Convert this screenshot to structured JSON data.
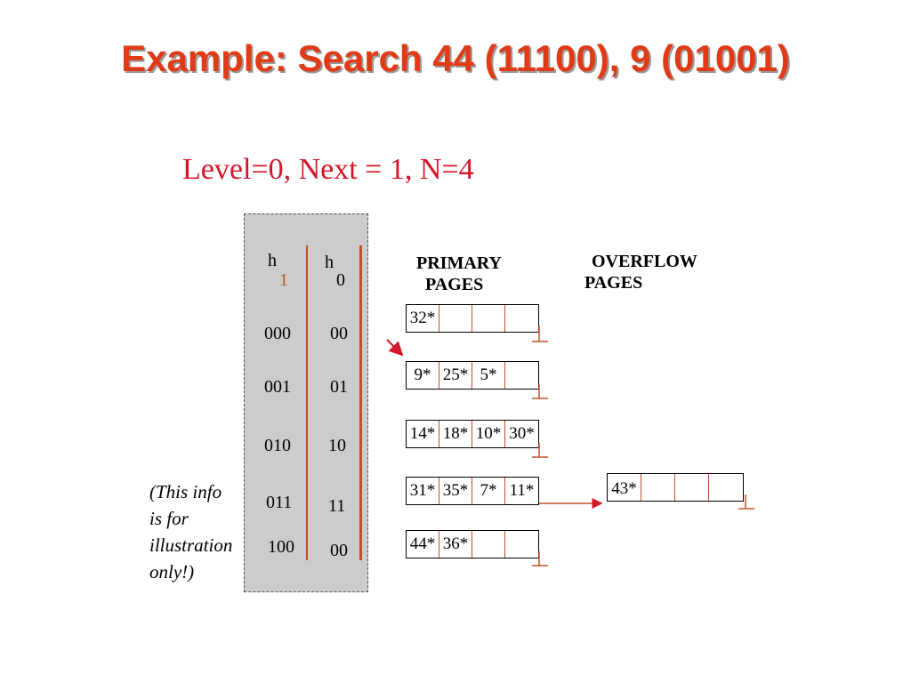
{
  "title": "Example: Search 44 (11100), 9 (01001)",
  "subtitle": "Level=0, Next = 1, N=4",
  "directory": {
    "h1_label": "h",
    "h1_sub": "1",
    "h0_label": "h",
    "h0_sub": "0",
    "rows": [
      {
        "h1": "000",
        "h0": "00"
      },
      {
        "h1": "001",
        "h0": "01"
      },
      {
        "h1": "010",
        "h0": "10"
      },
      {
        "h1": "011",
        "h0": "11"
      },
      {
        "h1": "100",
        "h0": "00"
      }
    ]
  },
  "primary_header": [
    "PRIMARY",
    "PAGES"
  ],
  "overflow_header": [
    "OVERFLOW",
    "PAGES"
  ],
  "buckets": [
    {
      "entries": [
        "32*",
        "",
        "",
        ""
      ]
    },
    {
      "entries": [
        "9*",
        "25*",
        "5*",
        ""
      ]
    },
    {
      "entries": [
        "14*",
        "18*",
        "10*",
        "30*"
      ]
    },
    {
      "entries": [
        "31*",
        "35*",
        "7*",
        "11*"
      ]
    },
    {
      "entries": [
        "44*",
        "36*",
        "",
        ""
      ]
    }
  ],
  "overflow": {
    "entries": [
      "43*",
      "",
      "",
      ""
    ]
  },
  "note": [
    "(This info",
    "is for",
    "illustration",
    "only!)"
  ],
  "colors": {
    "accent": "#c0502a",
    "title": "#e03a16",
    "subtitle": "#d4172a",
    "panel": "#cccccc"
  }
}
